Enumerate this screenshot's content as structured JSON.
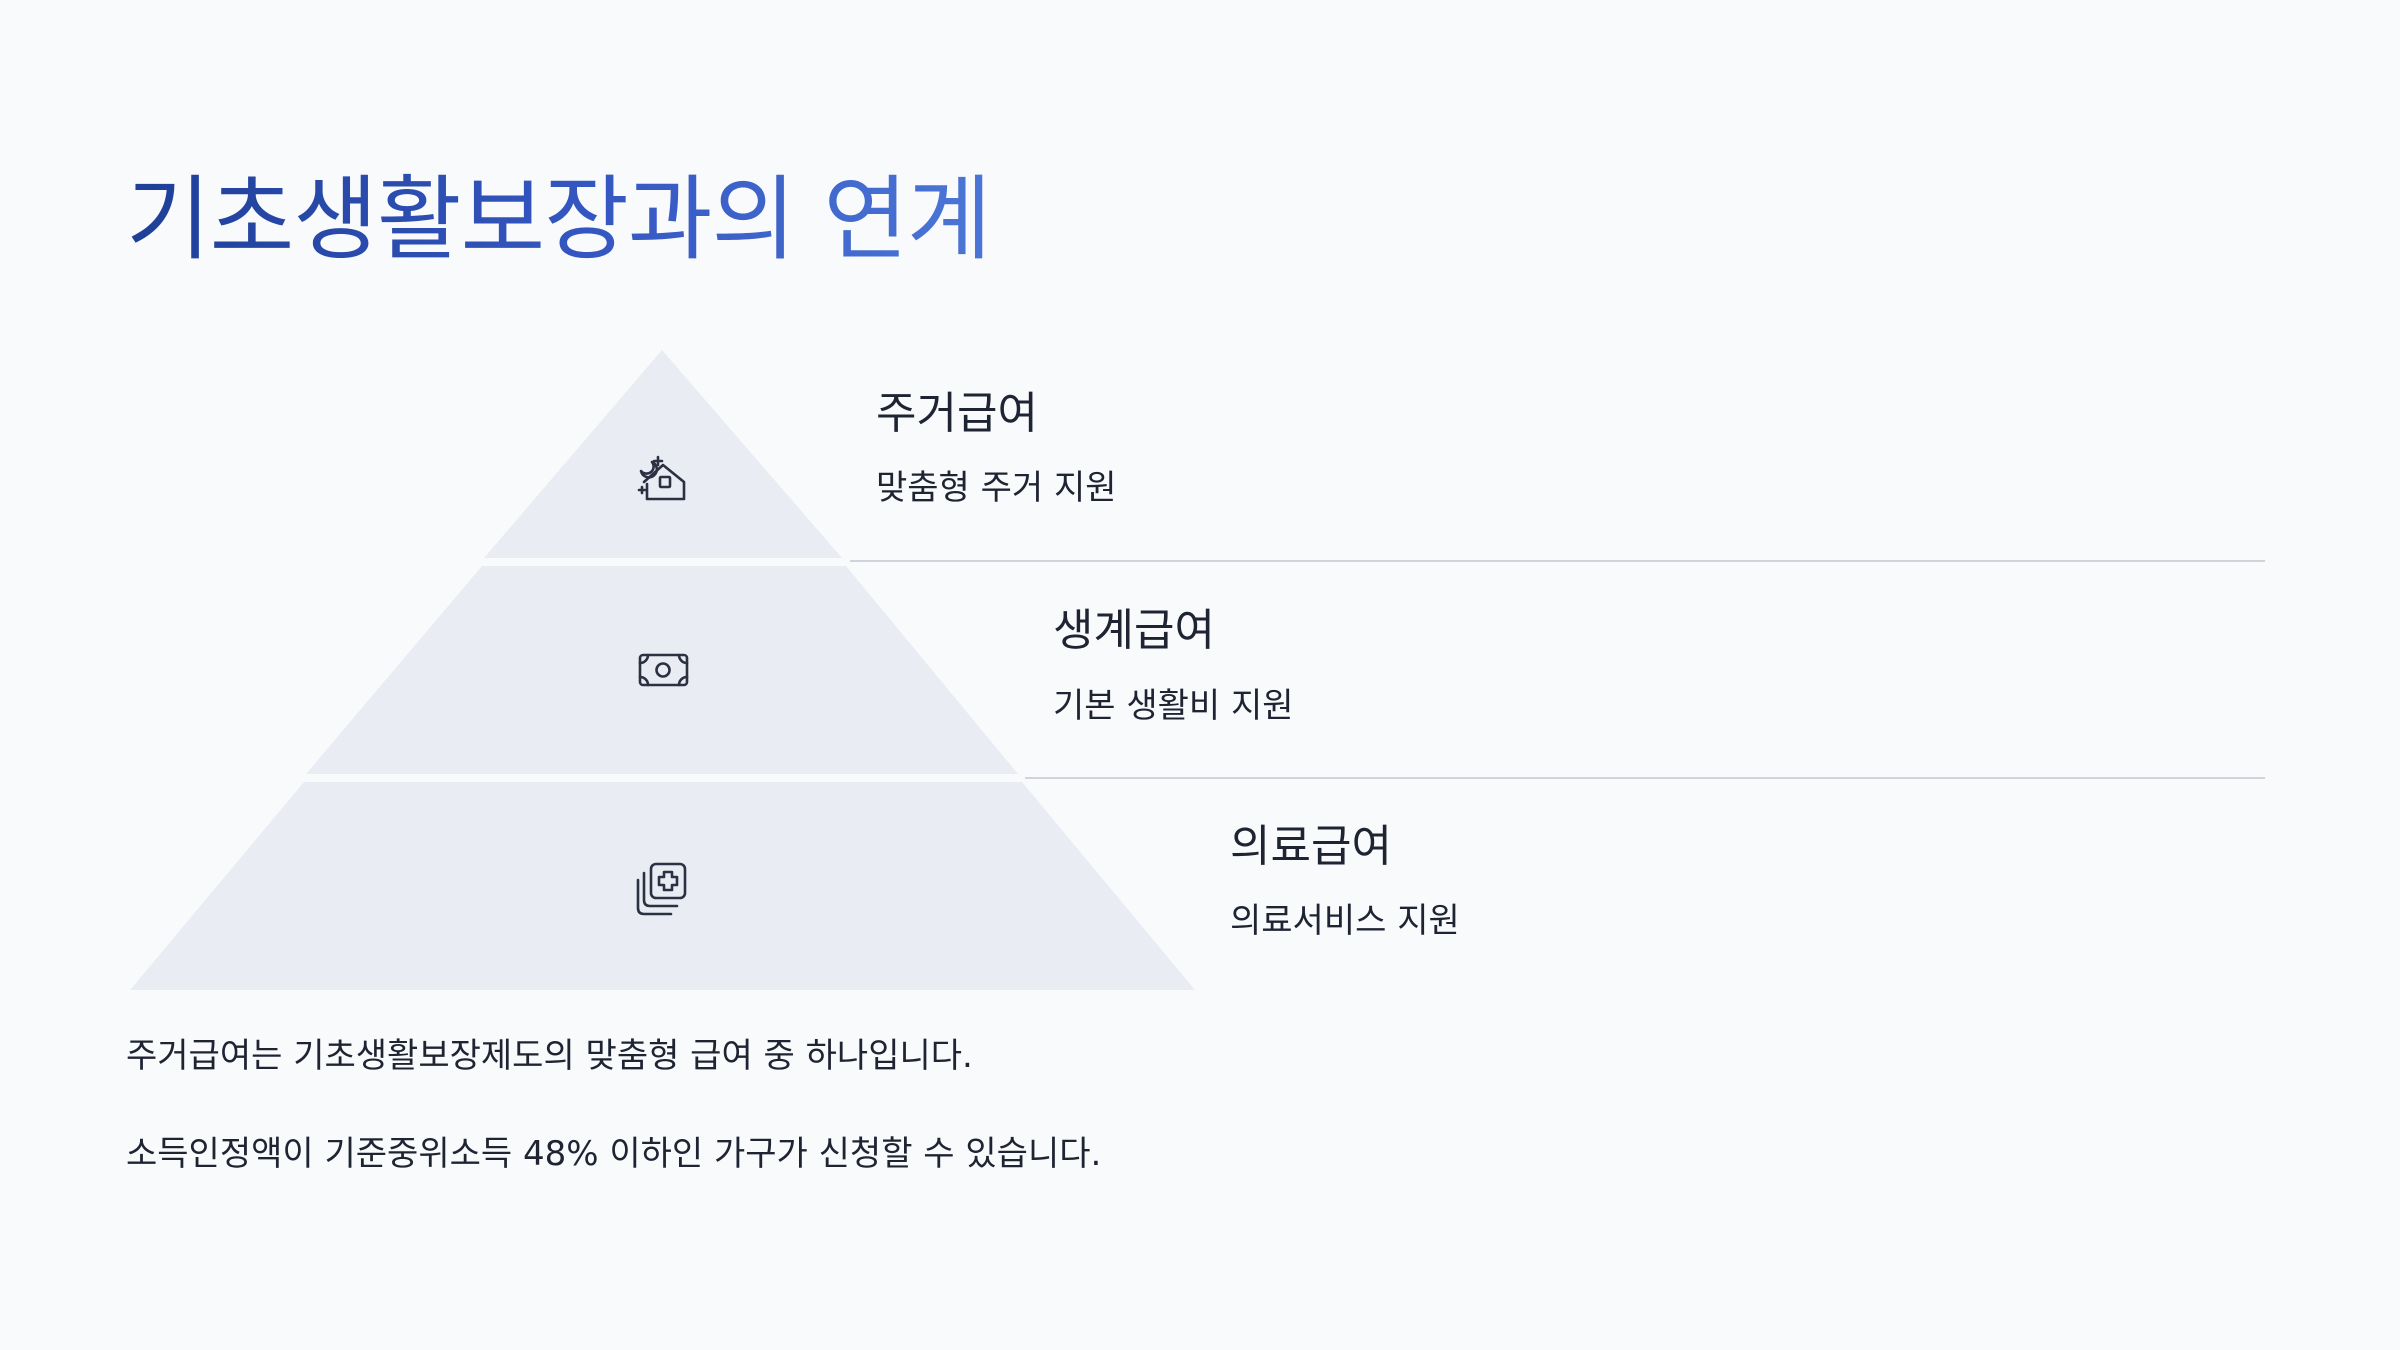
{
  "title": "기초생활보장과의 연계",
  "levels": [
    {
      "name": "주거급여",
      "description": "맞춤형 주거 지원",
      "icon": "house-icon"
    },
    {
      "name": "생계급여",
      "description": "기본 생활비 지원",
      "icon": "banknote-icon"
    },
    {
      "name": "의료급여",
      "description": "의료서비스 지원",
      "icon": "medical-cross-icon"
    }
  ],
  "notes": [
    "주거급여는 기초생활보장제도의 맞춤형 급여 중 하나입니다.",
    "소득인정액이 기준중위소득 48% 이하인 가구가 신청할 수 있습니다."
  ],
  "colors": {
    "title_start": "#1e3f97",
    "title_end": "#4b76d6",
    "pyramid_fill": "#e9ecf3",
    "divider": "#cfd3da",
    "text": "#1f2433",
    "background": "#f9fafc"
  }
}
